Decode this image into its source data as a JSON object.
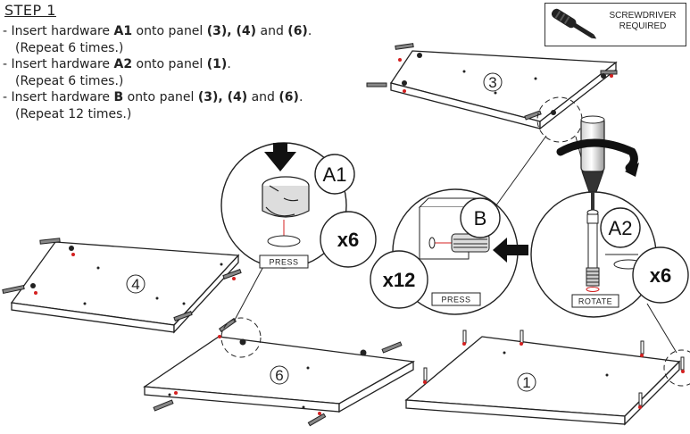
{
  "step": {
    "title": "STEP 1"
  },
  "instructions": [
    {
      "pre": "- Insert hardware ",
      "hw": "A1",
      "mid": " onto panel ",
      "panels": "(3), (4)",
      "and": " and ",
      "last": "(6)",
      "end": ".",
      "repeat": "(Repeat 6 times.)"
    },
    {
      "pre": "- Insert hardware ",
      "hw": "A2",
      "mid": " onto panel ",
      "panels": "(1)",
      "end": ".",
      "repeat": "(Repeat 6 times.)"
    },
    {
      "pre": "- Insert hardware ",
      "hw": "B",
      "mid": " onto panel ",
      "panels": "(3), (4)",
      "and": " and ",
      "last": "(6)",
      "end": ".",
      "repeat": "(Repeat 12 times.)"
    }
  ],
  "tool": {
    "line1": "SCREWDRIVER",
    "line2": "REQUIRED",
    "icon": "screwdriver-icon"
  },
  "panels": {
    "p3": "3",
    "p4": "4",
    "p6": "6",
    "p1": "1"
  },
  "callouts": {
    "a1": {
      "label": "A1",
      "qty": "x6",
      "action": "PRESS"
    },
    "b": {
      "label": "B",
      "qty": "x12",
      "action": "PRESS"
    },
    "a2": {
      "label": "A2",
      "qty": "x6",
      "action": "ROTATE"
    }
  },
  "colors": {
    "line": "#222222",
    "accent": "#d42020"
  }
}
